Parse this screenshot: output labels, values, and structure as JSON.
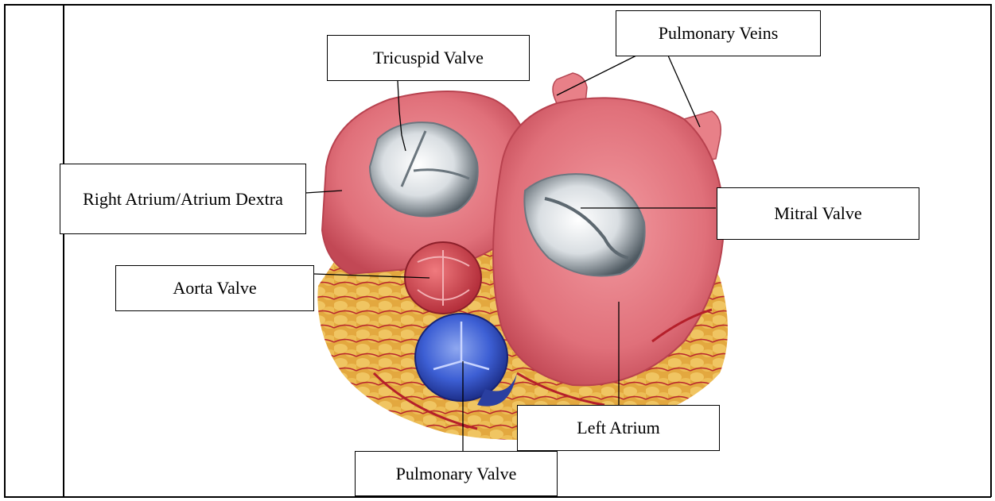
{
  "labels": {
    "tricuspid_valve": "Tricuspid Valve",
    "pulmonary_veins": "Pulmonary Veins",
    "right_atrium": "Right Atrium/Atrium Dextra",
    "mitral_valve": "Mitral Valve",
    "aorta_valve": "Aorta Valve",
    "left_atrium": "Left Atrium",
    "pulmonary_valve": "Pulmonary Valve"
  },
  "colors": {
    "myocardium": "#e8787e",
    "myocardium_dark": "#c84a55",
    "valve_white": "#e8ecee",
    "valve_shadow": "#5d6870",
    "pulmonary_blue": "#3a5bd0",
    "fat_yellow": "#e0a53a",
    "vessel_red": "#b51f2a"
  }
}
